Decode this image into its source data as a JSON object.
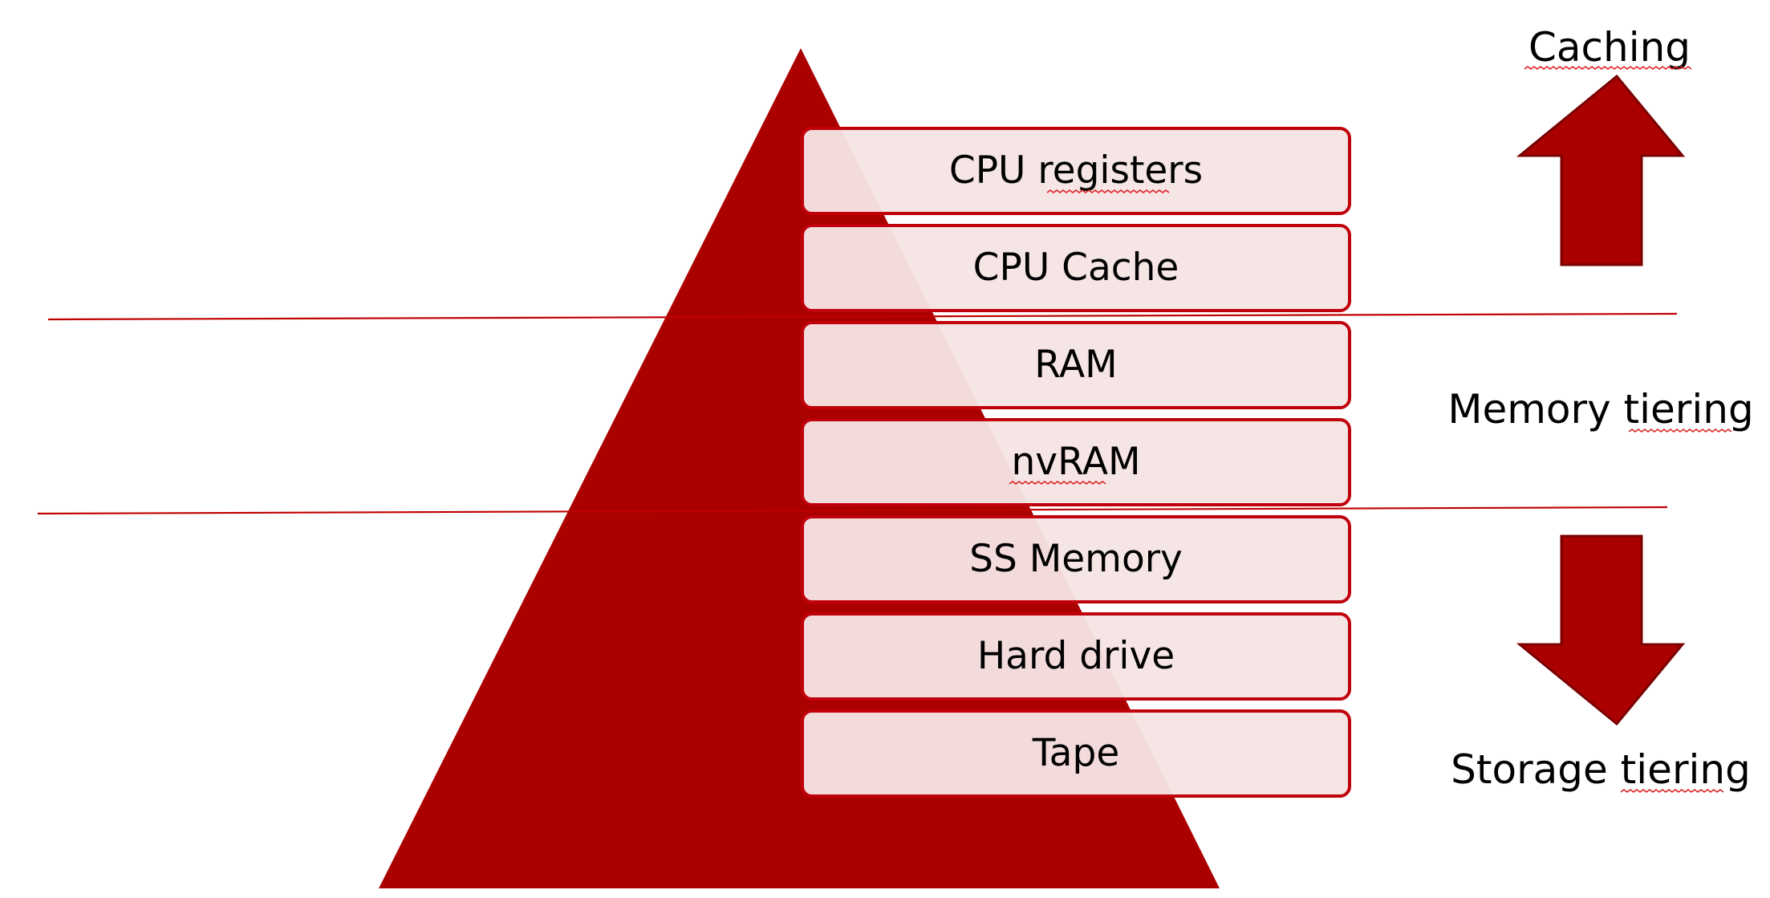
{
  "diagram": {
    "tiers": [
      {
        "label": "CPU registers"
      },
      {
        "label": "CPU Cache"
      },
      {
        "label": "RAM"
      },
      {
        "label": "nvRAM"
      },
      {
        "label": "SS Memory"
      },
      {
        "label": "Hard drive"
      },
      {
        "label": "Tape"
      }
    ],
    "side_labels": {
      "caching": "Caching",
      "memory_tiering": "Memory tiering",
      "storage_tiering": "Storage tiering"
    },
    "arrows": {
      "caching": "up",
      "storage_tiering": "down"
    },
    "colors": {
      "accent": "#AA0000",
      "box_fill": "#F6E4E4",
      "box_border": "#C0000A",
      "divider": "#C00000",
      "arrow_edge": "#7A0000",
      "text": "#000000"
    }
  }
}
